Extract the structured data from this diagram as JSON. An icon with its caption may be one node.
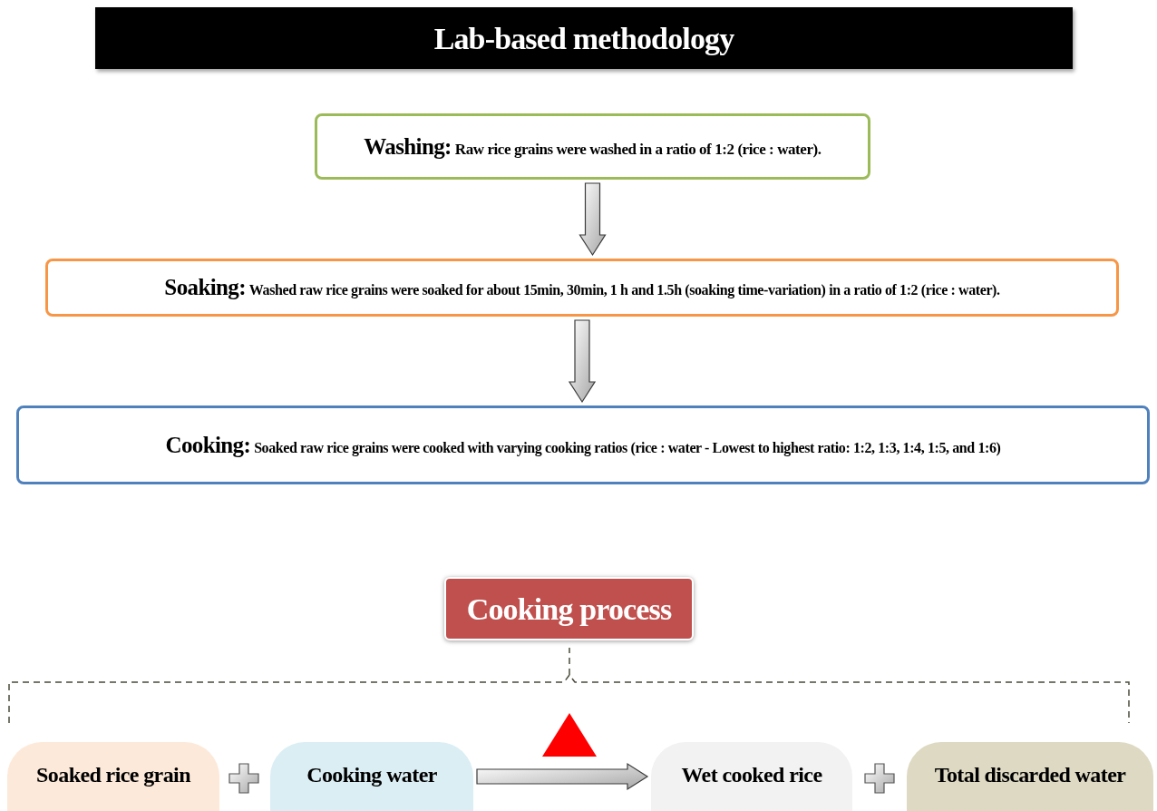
{
  "diagram": {
    "title": "Lab-based methodology",
    "nodes": [
      {
        "text": [
          "Washing:",
          "Raw rice grains were washed in a ratio of 1:2 (rice : water)."
        ]
      },
      {
        "text": [
          "Soaking:",
          "Washed raw rice grains were soaked for about 15min, 30min, 1 h and 1.5h (soaking time-variation) in a ratio of 1:2 (rice : water)."
        ]
      },
      {
        "text": [
          "Cooking:",
          "Soaked raw rice grains were cooked with varying cooking ratios (rice : water - Lowest to highest ratio: 1:2, 1:3, 1:4, 1:5, and 1:6)"
        ]
      },
      {
        "text": [
          "Cooking process"
        ]
      },
      {
        "text": [
          "Soaked rice grain"
        ]
      },
      {
        "text": [
          "Cooking water"
        ]
      },
      {
        "text": [
          "Wet cooked rice"
        ]
      },
      {
        "text": [
          "Total discarded water"
        ]
      }
    ],
    "edges": [
      {
        "from": 0,
        "to": 1,
        "arrow": "to"
      },
      {
        "from": 1,
        "to": 2,
        "arrow": "to"
      },
      {
        "from": 5,
        "to": 6,
        "arrow": "to"
      }
    ]
  }
}
